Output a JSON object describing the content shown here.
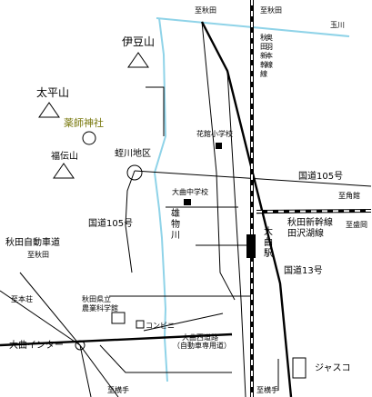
{
  "map": {
    "mountains": {
      "izu": "伊豆山",
      "taihei": "太平山",
      "fukuden": "福伝山"
    },
    "places": {
      "yakushi_shrine": "薬師神社",
      "hirukawa_district": "蛭川地区",
      "hanadate_school": "花館小学校",
      "omagari_jhs": "大曲中学校",
      "omagari_station": "大曲駅",
      "akita_agri_school": "秋田県立\n農業科学館",
      "convenience_store": "コンビニ",
      "jasco": "ジャスコ",
      "omagari_ic": "大曲インター"
    },
    "roads": {
      "to_akita_top": "至秋田",
      "to_akita_top_right": "至秋田",
      "tamagawa": "玉川",
      "ou_shinkansen": "奥羽本線\n秋田新幹線",
      "route105_right": "国道105号",
      "to_kakunodate": "至角館",
      "route105_left": "国道105号",
      "akita_shinkansen_tazawako": "秋田新幹線\n田沢湖線",
      "to_morioka": "至盛岡",
      "route13": "国道13号",
      "akita_expressway": "秋田自動車道",
      "to_akita_left": "至秋田",
      "to_honjo": "至本荘",
      "omagari_nishi_road": "大曲西道路",
      "omagari_nishi_road_sub": "（自動車専用道）",
      "to_yokote_left": "至横手",
      "to_yokote_right": "至横手",
      "omono_river": "雄物川"
    }
  }
}
